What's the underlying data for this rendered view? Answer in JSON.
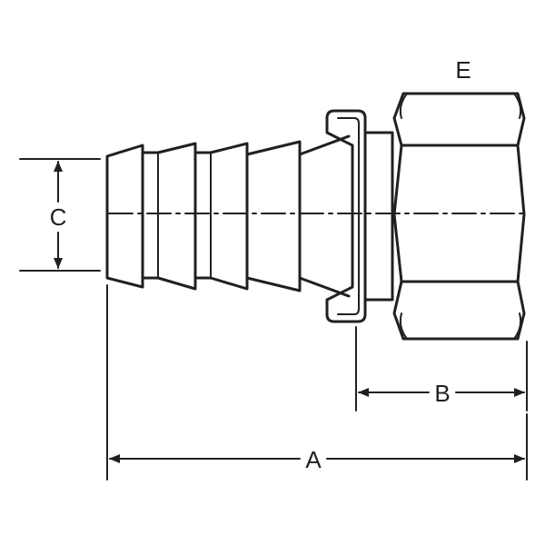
{
  "diagram": {
    "labels": {
      "a": "A",
      "b": "B",
      "c": "C",
      "e": "E"
    },
    "colors": {
      "ink": "#231f20",
      "background": "#ffffff"
    }
  }
}
